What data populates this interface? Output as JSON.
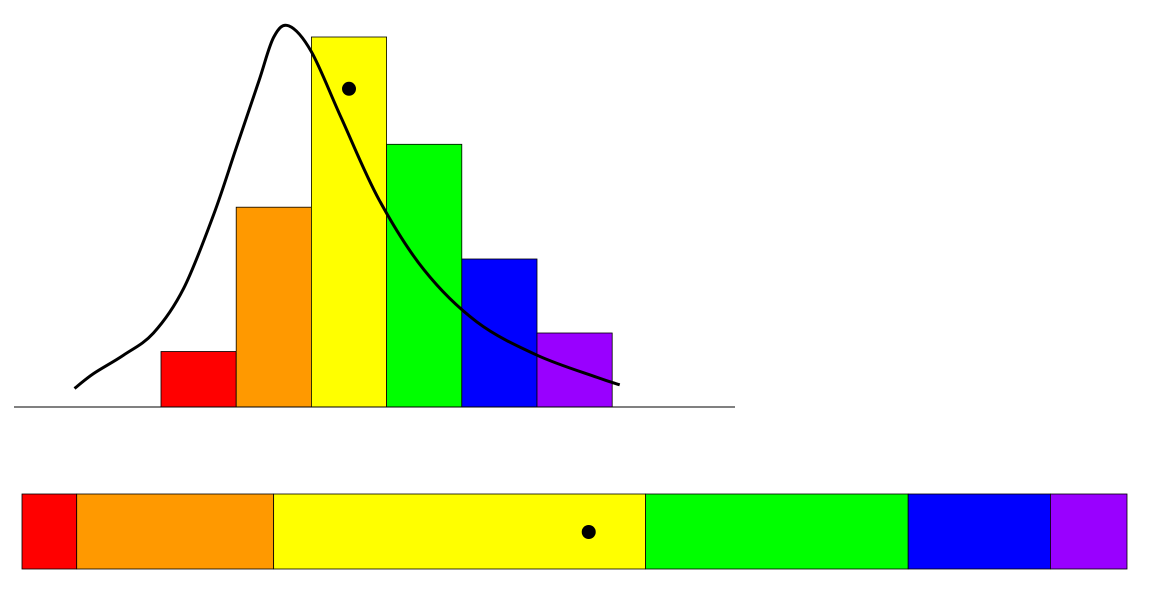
{
  "chart_data": [
    {
      "type": "bar",
      "categories": [
        "red",
        "orange",
        "yellow",
        "green",
        "blue",
        "violet"
      ],
      "values": [
        15,
        54,
        100,
        71,
        40,
        20
      ],
      "colors": [
        "#ff0000",
        "#ff9900",
        "#ffff00",
        "#00ff00",
        "#0000ff",
        "#9900ff"
      ],
      "ylim": [
        0,
        105
      ],
      "grid": false,
      "legend": "none",
      "overlay_curve": {
        "kind": "density",
        "x": [
          -1.15,
          -0.9,
          -0.5,
          -0.1,
          0.3,
          0.7,
          1.0,
          1.3,
          1.5,
          1.7,
          2.0,
          2.4,
          2.9,
          3.5,
          4.2,
          5.0,
          5.8,
          6.1
        ],
        "y": [
          5,
          9,
          14,
          20,
          32,
          52,
          70,
          88,
          100,
          103,
          96,
          78,
          56,
          37,
          23,
          14,
          8,
          6
        ]
      },
      "marker": {
        "x": 2.5,
        "y": 86
      }
    },
    {
      "type": "bar",
      "orientation": "stacked-horizontal",
      "categories": [
        "red",
        "orange",
        "yellow",
        "green",
        "blue",
        "violet"
      ],
      "values": [
        5,
        18,
        34,
        24,
        13,
        7
      ],
      "colors": [
        "#ff0000",
        "#ff9900",
        "#ffff00",
        "#00ff00",
        "#0000ff",
        "#9900ff"
      ],
      "xlim": [
        0,
        101
      ],
      "grid": false,
      "legend": "none",
      "marker": {
        "x": 51.8
      }
    }
  ]
}
